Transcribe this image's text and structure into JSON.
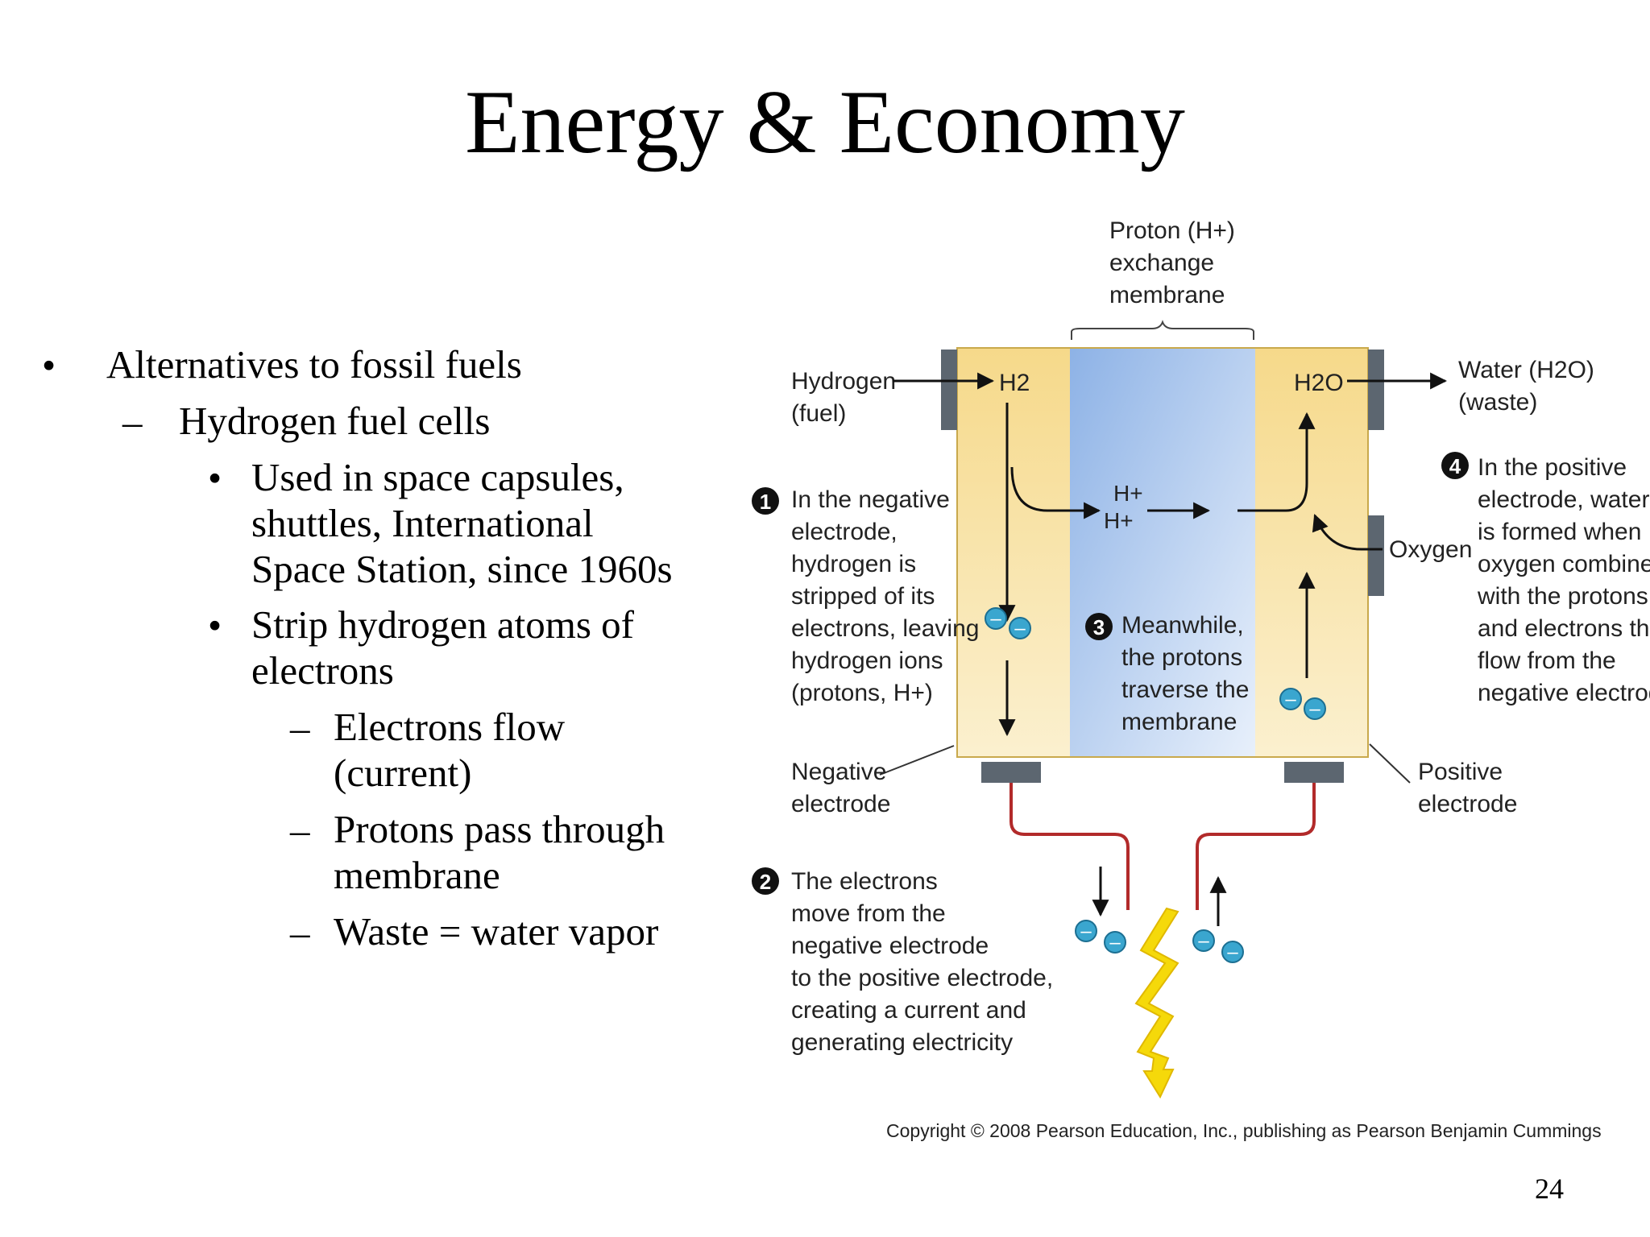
{
  "slide": {
    "title": "Energy & Economy",
    "page_number": "24",
    "bullets": {
      "l1_a": "Alternatives to fossil fuels",
      "l2_a": "Hydrogen fuel cells",
      "l3_a_1": "Used in space capsules,",
      "l3_a_2": "shuttles, International",
      "l3_a_3": "Space Station, since 1960s",
      "l3_b_1": "Strip hydrogen atoms of",
      "l3_b_2": "electrons",
      "l4_a_1": "Electrons flow",
      "l4_a_2": "(current)",
      "l4_b_1": "Protons pass through",
      "l4_b_2": "membrane",
      "l4_c": "Waste = water vapor"
    }
  },
  "diagram": {
    "membrane_label": [
      "Proton (H+)",
      "exchange",
      "membrane"
    ],
    "hydrogen_label": [
      "Hydrogen",
      "(fuel)"
    ],
    "water_label": [
      "Water (H2O)",
      "(waste)"
    ],
    "h2": "H2",
    "h2o": "H2O",
    "h_plus": "H+",
    "oxygen": "Oxygen",
    "electron_sign": "–",
    "step1_number": "1",
    "step1": [
      "In the negative",
      "electrode,",
      "hydrogen is",
      "stripped of its",
      "electrons, leaving",
      "hydrogen ions",
      "(protons, H+)"
    ],
    "step2_number": "2",
    "step2": [
      "The electrons",
      "move from the",
      "negative electrode",
      "to the positive electrode,",
      "creating a current and",
      "generating electricity"
    ],
    "step3_number": "3",
    "step3": [
      "Meanwhile,",
      "the protons",
      "traverse the",
      "membrane"
    ],
    "step4_number": "4",
    "step4": [
      "In the positive",
      "electrode, water",
      "is formed when",
      "oxygen combines",
      "with the protons",
      "and electrons that",
      "flow from the",
      "negative electrode"
    ],
    "negative_electrode": [
      "Negative",
      "electrode"
    ],
    "positive_electrode": [
      "Positive",
      "electrode"
    ],
    "copyright": "Copyright © 2008 Pearson Education, Inc., publishing as Pearson Benjamin Cummings",
    "colors": {
      "electrode_fill": "#f6dc94",
      "membrane_fill": "#8fb4e6",
      "terminal": "#5c6670",
      "wire": "#b22a2a",
      "electron": "#3aa6cf",
      "bolt": "#f5d90a"
    }
  }
}
